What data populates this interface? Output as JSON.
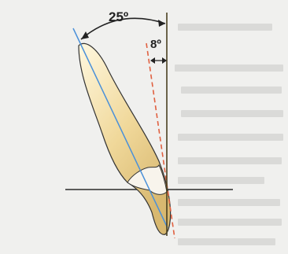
{
  "figure": {
    "angle_major_label": "25º",
    "angle_minor_label": "8º",
    "angles": {
      "crown_long_axis_deg": 25,
      "offset_deg": 8
    },
    "colors": {
      "vertical_reference": "#4a4020",
      "horizontal_reference": "#2a2a2a",
      "long_axis": "#4a90d9",
      "dashed_axis": "#e06040",
      "arc": "#222222",
      "tooth_fill_top": "#fff8e0",
      "tooth_fill_mid": "#f0d89a",
      "tooth_fill_bottom": "#d8b870",
      "tooth_outline": "#333333",
      "crown_fill": "#f8f4ec"
    }
  }
}
